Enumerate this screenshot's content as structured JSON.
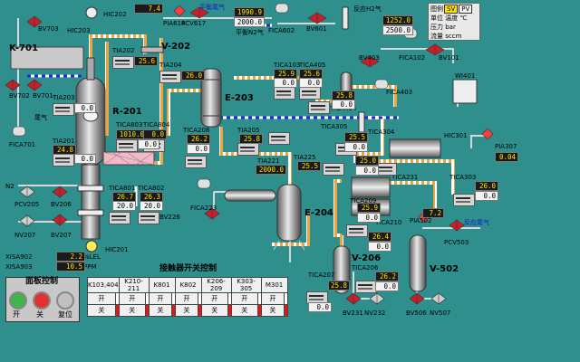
{
  "legend": {
    "label": "图例",
    "sv": "SV",
    "pv": "PV",
    "rows": [
      "单位 温度 ℃",
      "压力 bar",
      "流量 sccm"
    ]
  },
  "equipment": {
    "r201": "R-201",
    "v202": "V-202",
    "e203": "E-203",
    "e204": "E-204",
    "v206": "V-206",
    "v502": "V-502",
    "k701": "K-701"
  },
  "tags": {
    "bv703": "BV703",
    "hic203": "HIC203",
    "hic202": "HIC202",
    "pia614": "PIA614",
    "pcv617": "PCV617",
    "balance_tail": "平衡尾气",
    "balance_n2": "平衡N2气",
    "fica602": "FICA602",
    "bv601": "BV601",
    "reaction_h2": "反应H2气",
    "fica102": "FICA102",
    "bv101": "BV101",
    "bv702": "BV702",
    "bv701": "BV701",
    "tail_gas": "尾气",
    "fica701": "FICA701",
    "tia202": "TIA202",
    "tia204": "TIA204",
    "tia203": "TIA203",
    "tia201": "TIA201",
    "tica103": "TICA103",
    "tica405": "TICA405",
    "bv403": "BV403",
    "fica403": "FICA403",
    "wi401": "WI401",
    "tica404": "TICA404",
    "tica803": "TICA803",
    "tica804": "TICA804",
    "tica208": "TICA208",
    "tia205": "TIA205",
    "tica305": "TICA305",
    "hic301": "HIC301",
    "pia307": "PIA307",
    "tica304": "TICA304",
    "tia221": "TIA221",
    "tia225": "TIA225",
    "tica801": "TICA801",
    "tica802": "TICA802",
    "fica223": "FICA223",
    "n2": "N2",
    "pcv205": "PCV205",
    "bv206": "BV206",
    "bv226": "BV226",
    "nv207": "NV207",
    "bv207": "BV207",
    "hic201": "HIC201",
    "xisa902": "XISA902",
    "xisa903": "XISA903",
    "lel": "%LEL",
    "ppm": "PPM",
    "tica303": "TICA303",
    "tica231": "TICA231",
    "tica209": "TICA209",
    "tica210": "TICA210",
    "pia502": "PIA502",
    "pcv503": "PCV503",
    "reaction_tail": "反应尾气",
    "tica207": "TICA207",
    "tica206": "TICA206",
    "bv231": "BV231",
    "nv232": "NV232",
    "bv506": "BV506",
    "nv507": "NV507"
  },
  "values": {
    "pia614": "7.4",
    "bal_n2_sv": "1990.9",
    "bal_n2_pv": "2000.0",
    "h2_sv": "1252.0",
    "h2_pv": "2500.0",
    "tia202_sv": "25.6",
    "tia204_sv": "26.0",
    "tia203_sv": "0.0",
    "tia201_sv": "24.8",
    "tia201_pv": "0.0",
    "tica103_sv": "25.9",
    "tica103_pv": "0.0",
    "tica405_sv": "25.6",
    "tica405_pv": "0.0",
    "tica404_sv": "25.8",
    "tica404_pv": "0.0",
    "tica803_sv": "1010.0",
    "tica803_pv": "0.0",
    "tica804_sv": "0.0",
    "tica208_sv": "26.2",
    "tica208_pv": "0.0",
    "tia205_sv": "25.8",
    "tica305_sv": "25.5",
    "tica305_pv": "0.0",
    "pia307": "0.04",
    "tica304_sv": "25.0",
    "tica304_pv": "0.0",
    "tia221_sv": "2000.0",
    "tia225_sv": "25.5",
    "tica801_sv": "26.7",
    "tica801_pv": "20.0",
    "tica802_sv": "26.3",
    "tica802_pv": "20.0",
    "tica303_sv": "26.0",
    "tica303_pv": "0.0",
    "tica231_sv": "25.9",
    "tica231_pv": "0.0",
    "tica210_sv": "26.4",
    "tica210_pv": "0.0",
    "pia502": "7.2",
    "tica207_sv": "25.8",
    "tica207_pv": "0.0",
    "tica206_sv": "26.2",
    "tica206_pv": "0.0",
    "xisa902": "2.2",
    "xisa903": "10.5"
  },
  "panel": {
    "title": "面板控制",
    "open": "开",
    "close": "关",
    "reset": "复位"
  },
  "contactor": {
    "title": "接触器开关控制",
    "columns": [
      "K103,404",
      "K210-211",
      "K801",
      "K802",
      "K206-209",
      "K303-305",
      "M301"
    ],
    "open": "开",
    "close": "关"
  }
}
